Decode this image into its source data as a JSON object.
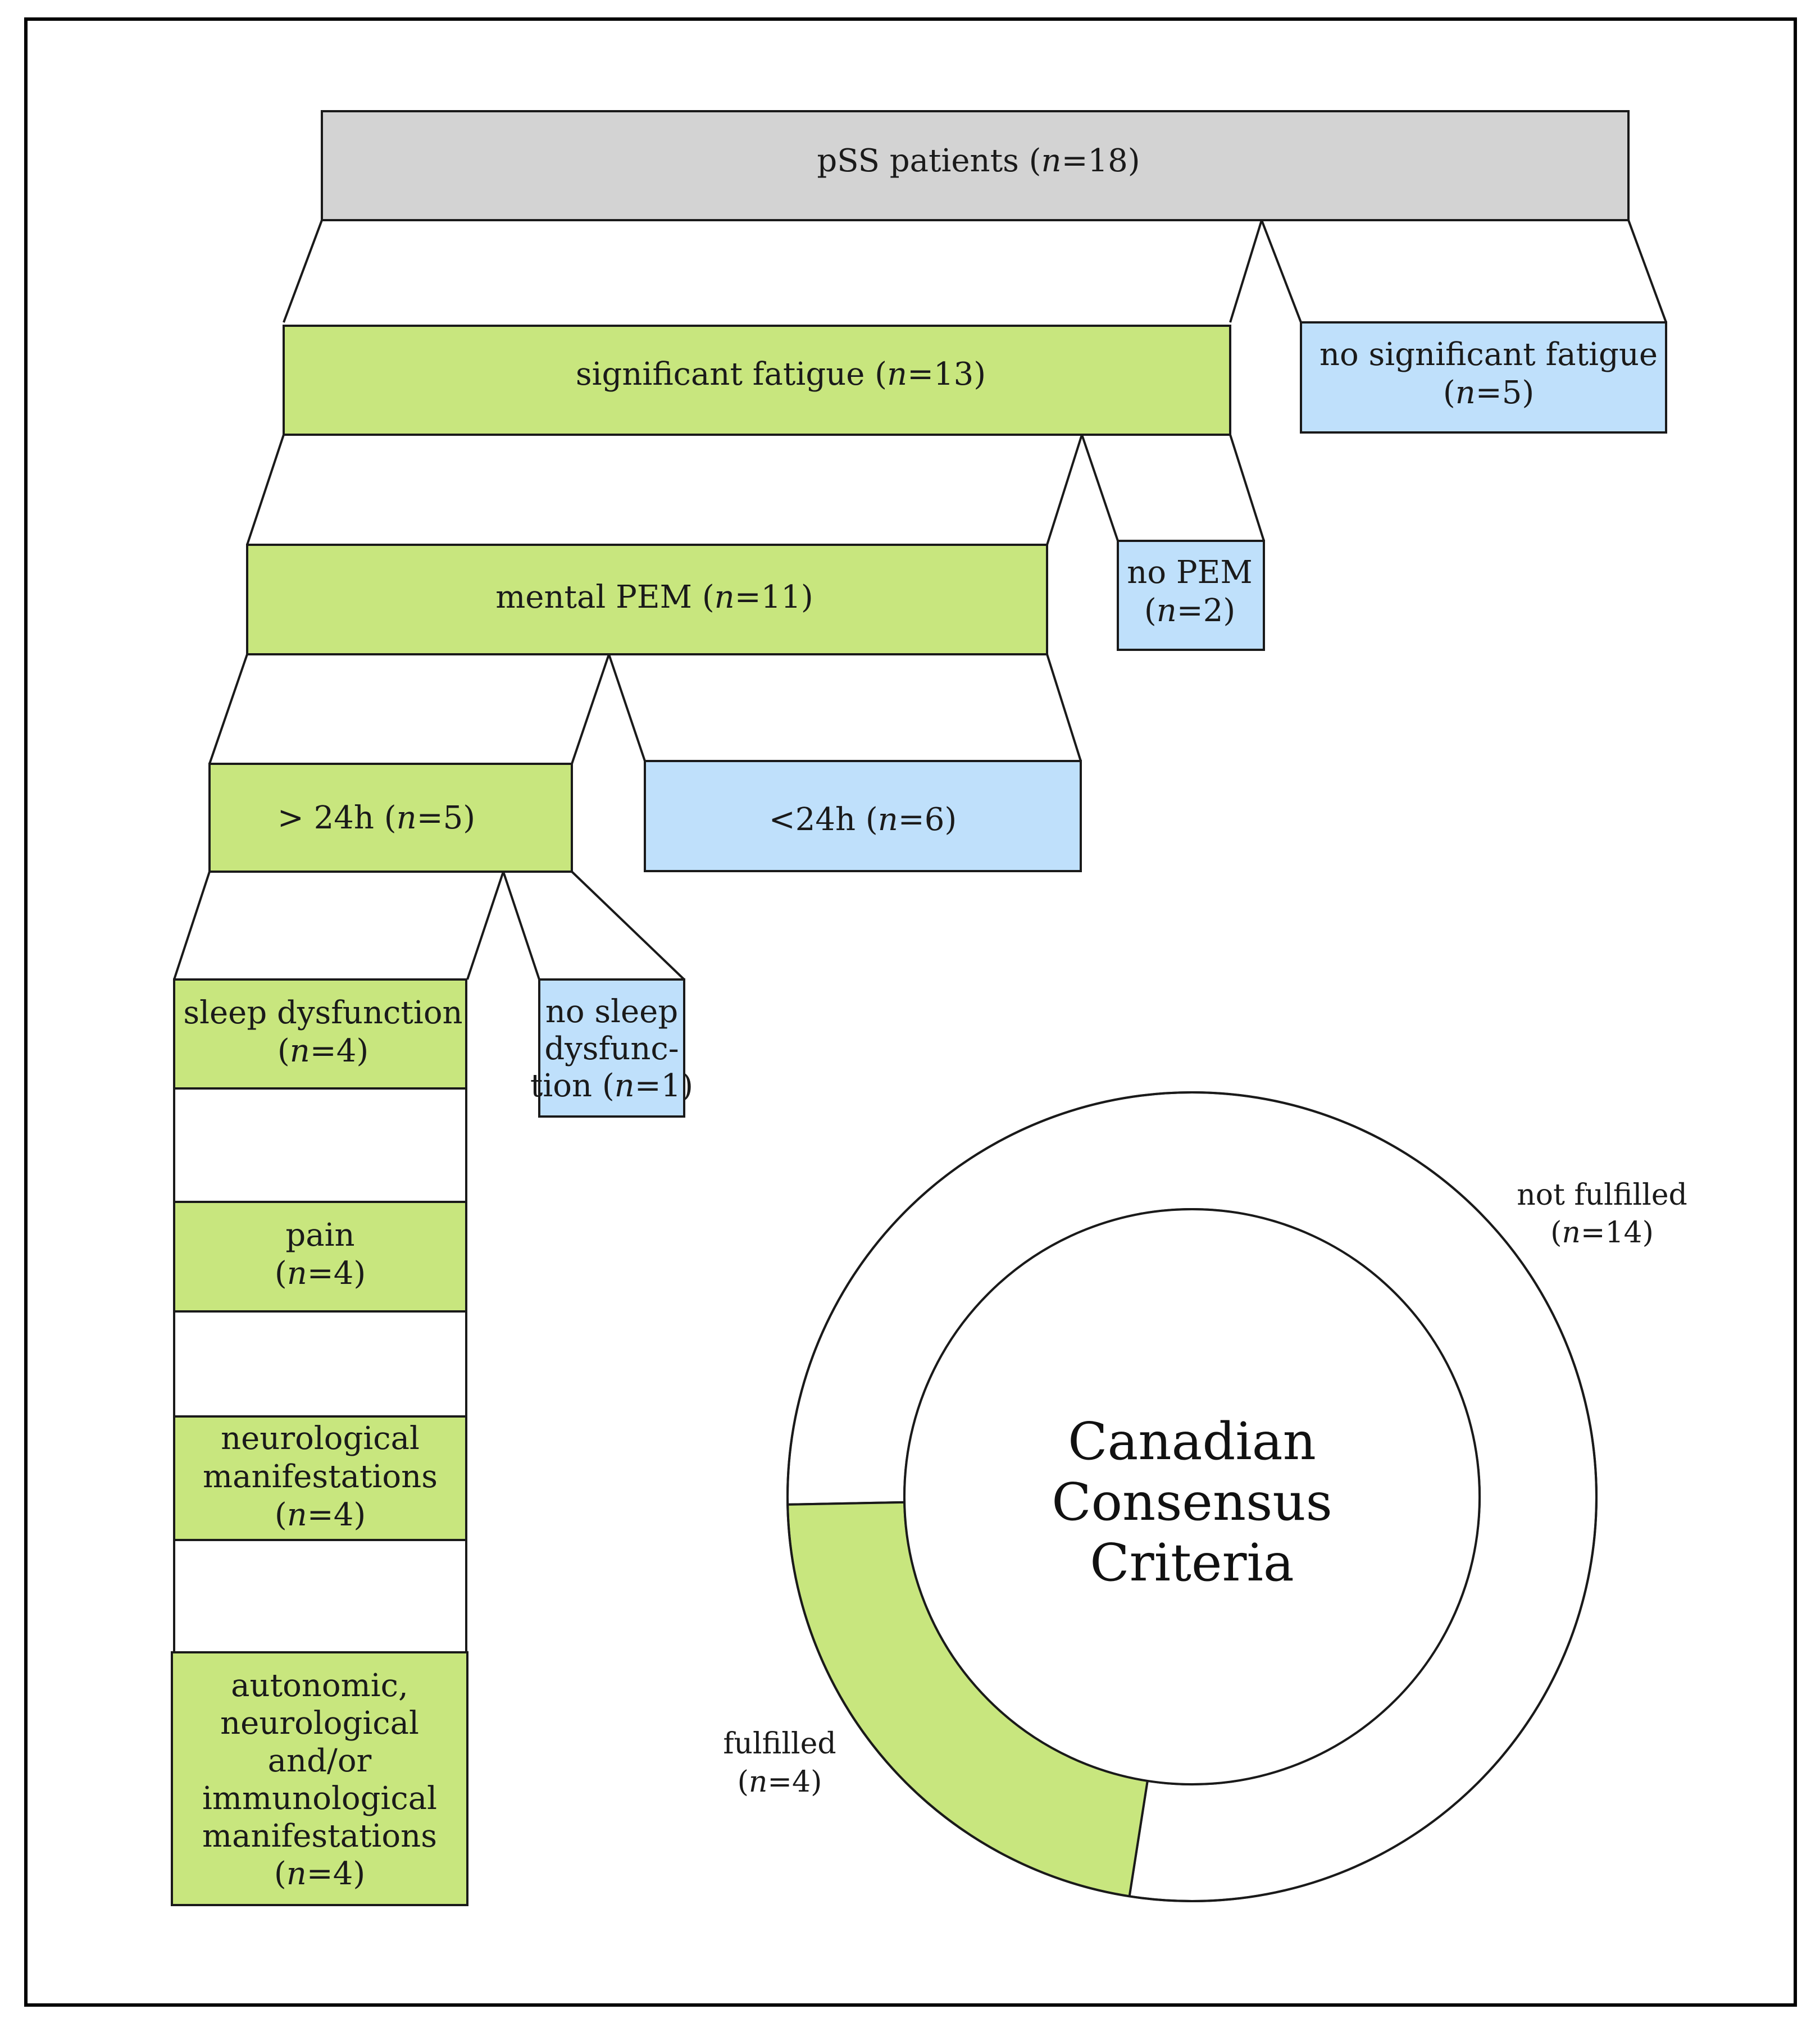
{
  "colors": {
    "root": "#d3d3d3",
    "yes": "#c8e67e",
    "no": "#bfe0fb",
    "stroke": "#1a1a1a",
    "frame": "#000000"
  },
  "nodes": {
    "root": {
      "text": "pSS patients (",
      "var": "n",
      "rest": "=18)"
    },
    "fatigue": {
      "text": "significant fatigue (",
      "var": "n",
      "rest": "=13)"
    },
    "no_fatigue": {
      "line1": "no significant fatigue",
      "line2_open": "(",
      "var": "n",
      "line2_rest": "=5)"
    },
    "pem": {
      "text": "mental PEM (",
      "var": "n",
      "rest": "=11)"
    },
    "no_pem": {
      "line1": "no PEM",
      "line2_open": "(",
      "var": "n",
      "line2_rest": "=2)"
    },
    "gt24": {
      "text": "> 24h (",
      "var": "n",
      "rest": "=5)"
    },
    "lt24": {
      "text": "<24h (",
      "var": "n",
      "rest": "=6)"
    },
    "sleep": {
      "line1": "sleep dysfunction",
      "line2_open": "(",
      "var": "n",
      "line2_rest": "=4)"
    },
    "no_sleep": {
      "line1": "no sleep",
      "line2": "dysfunc-",
      "line3_open": "tion (",
      "var": "n",
      "line3_rest": "=1)"
    },
    "pain": {
      "line1": "pain",
      "line2_open": "(",
      "var": "n",
      "line2_rest": "=4)"
    },
    "neuro": {
      "line1": "neurological",
      "line2": "manifestations",
      "line3_open": "(",
      "var": "n",
      "line3_rest": "=4)"
    },
    "auto": {
      "line1": "autonomic,",
      "line2": "neurological",
      "line3": "and/or",
      "line4": "immunological",
      "line5": "manifestations",
      "line6_open": "(",
      "var": "n",
      "line6_rest": "=4)"
    }
  },
  "ccc": {
    "line1": "Canadian",
    "line2": "Consensus",
    "line3": "Criteria",
    "fulfilled": {
      "label": "fulfilled",
      "open": "(",
      "var": "n",
      "rest": "=4)",
      "count": 4
    },
    "not_fulfilled": {
      "label": "not fulfilled",
      "open": "(",
      "var": "n",
      "rest": "=14)",
      "count": 14
    }
  }
}
